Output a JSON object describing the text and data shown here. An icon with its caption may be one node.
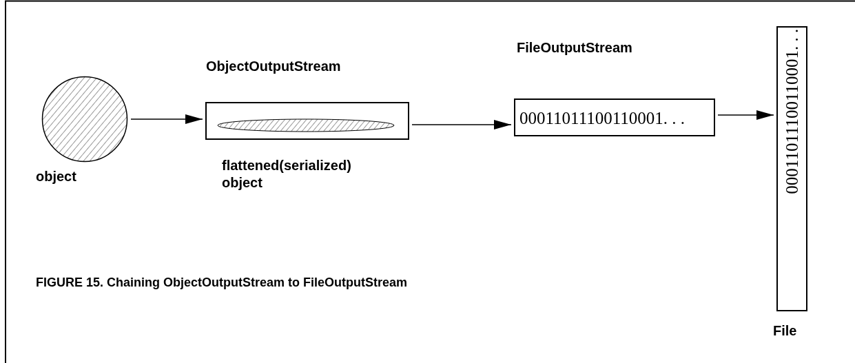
{
  "diagram": {
    "caption": "FIGURE 15. Chaining ObjectOutputStream to FileOutputStream",
    "nodes": [
      {
        "text": [
          "object"
        ]
      },
      {
        "text": [
          "ObjectOutputStream"
        ],
        "beside": [
          "flattened(serialized) object"
        ]
      },
      {
        "text": [
          "FileOutputStream",
          "00011011100110001. . ."
        ]
      },
      {
        "text": [
          "00011011100110001. . .",
          "File"
        ]
      }
    ],
    "edges": [
      {
        "from": 0,
        "to": 1,
        "arrow": "to"
      },
      {
        "from": 1,
        "to": 2,
        "arrow": "to"
      },
      {
        "from": 2,
        "to": 3,
        "arrow": "to"
      }
    ]
  }
}
